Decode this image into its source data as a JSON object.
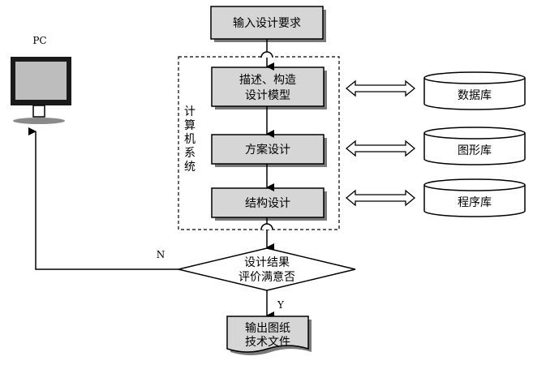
{
  "pc": {
    "label": "PC"
  },
  "steps": {
    "input": "输入设计要求",
    "model_line1": "描述、构造",
    "model_line2": "设计模型",
    "scheme": "方案设计",
    "structure": "结构设计"
  },
  "system": {
    "chars": [
      "计",
      "算",
      "机",
      "系",
      "统"
    ]
  },
  "databases": {
    "data": "数据库",
    "graphics": "图形库",
    "program": "程序库"
  },
  "decision": {
    "line1": "设计结果",
    "line2": "评价满意否",
    "no": "N",
    "yes": "Y"
  },
  "output": {
    "line1": "输出图纸",
    "line2": "技术文件"
  },
  "colors": {
    "box_fill": "#d6d6d6",
    "border": "#000000",
    "shadow": "#7a7a7a",
    "pc_frame": "#1a1a1a",
    "pc_screen": "#bdbdbd"
  }
}
